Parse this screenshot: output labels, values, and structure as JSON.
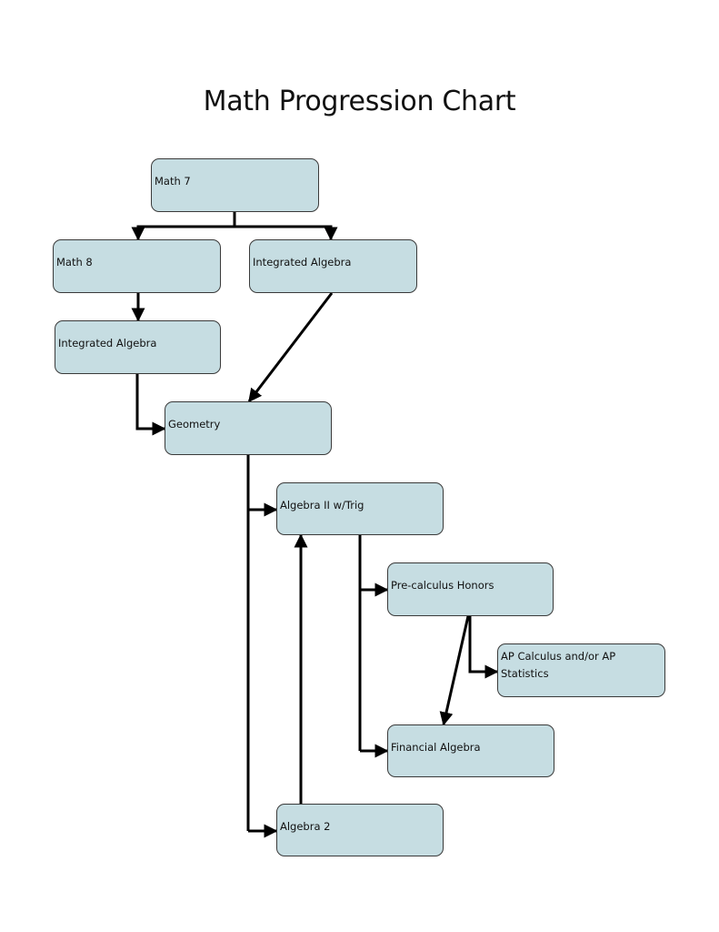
{
  "title": "Math Progression Chart",
  "colors": {
    "node_fill": "#c6dde2",
    "node_border": "#3a3a3a",
    "connector": "#000000"
  },
  "nodes": [
    {
      "id": "math7",
      "label": "Math 7"
    },
    {
      "id": "math8",
      "label": "Math 8"
    },
    {
      "id": "int_alg_a",
      "label": "Integrated Algebra"
    },
    {
      "id": "int_alg_b",
      "label": "Integrated Algebra"
    },
    {
      "id": "geometry",
      "label": "Geometry"
    },
    {
      "id": "alg2trig",
      "label": "Algebra II w/Trig"
    },
    {
      "id": "precalc",
      "label": "Pre-calculus Honors"
    },
    {
      "id": "ap",
      "label": "AP Calculus and/or AP Statistics"
    },
    {
      "id": "financial",
      "label": "Financial Algebra"
    },
    {
      "id": "alg2",
      "label": "Algebra 2"
    }
  ],
  "edges": [
    {
      "from": "math7",
      "to": "math8"
    },
    {
      "from": "math7",
      "to": "int_alg_a"
    },
    {
      "from": "math8",
      "to": "int_alg_b"
    },
    {
      "from": "int_alg_a",
      "to": "geometry"
    },
    {
      "from": "int_alg_b",
      "to": "geometry"
    },
    {
      "from": "geometry",
      "to": "alg2trig"
    },
    {
      "from": "geometry",
      "to": "alg2"
    },
    {
      "from": "alg2",
      "to": "alg2trig"
    },
    {
      "from": "alg2trig",
      "to": "precalc"
    },
    {
      "from": "alg2trig",
      "to": "financial"
    },
    {
      "from": "precalc",
      "to": "ap"
    },
    {
      "from": "precalc",
      "to": "financial"
    }
  ]
}
